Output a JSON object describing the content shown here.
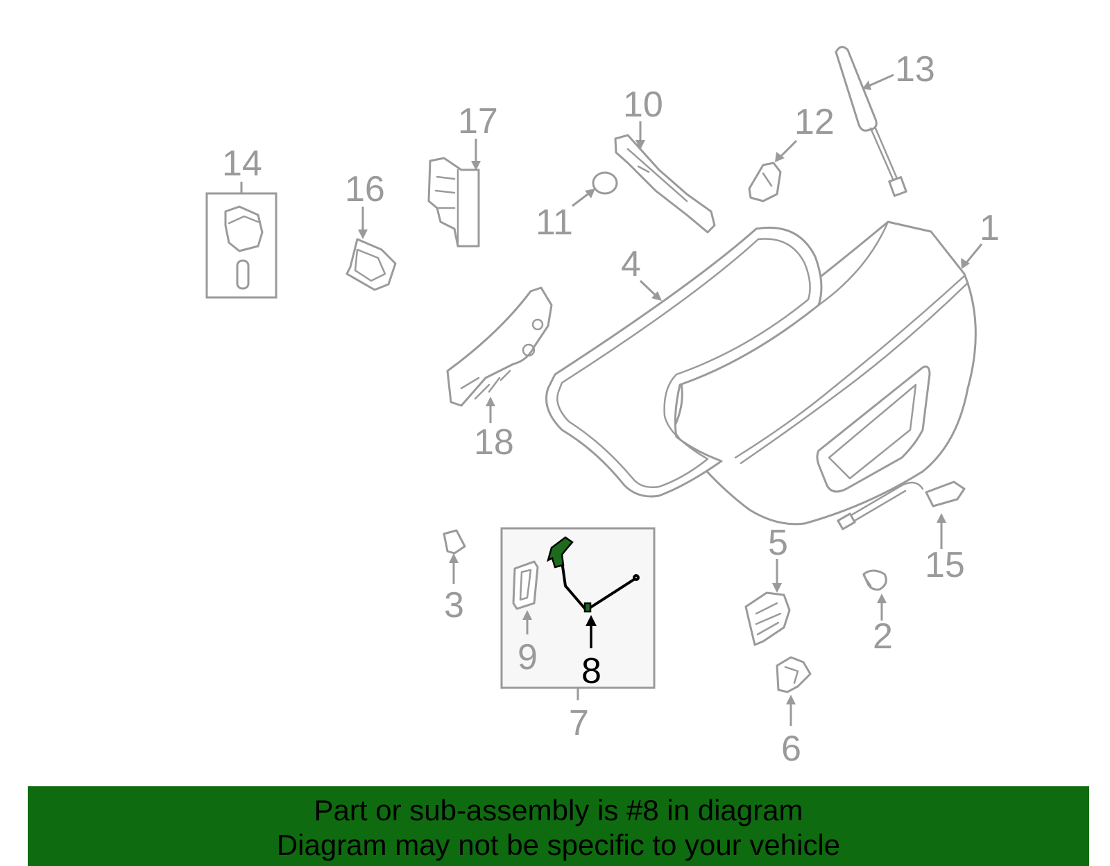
{
  "callouts": {
    "c1": "1",
    "c2": "2",
    "c3": "3",
    "c4": "4",
    "c5": "5",
    "c6": "6",
    "c7": "7",
    "c8": "8",
    "c9": "9",
    "c10": "10",
    "c11": "11",
    "c12": "12",
    "c13": "13",
    "c14": "14",
    "c15": "15",
    "c16": "16",
    "c17": "17",
    "c18": "18"
  },
  "highlighted_part": "8",
  "colors": {
    "outline": "#9a9a9a",
    "highlight": "#1e6b1e",
    "banner": "#0f6b0f"
  },
  "banner": {
    "line1": "Part or sub-assembly is #8 in diagram",
    "line2": "Diagram may not be specific to your vehicle"
  }
}
